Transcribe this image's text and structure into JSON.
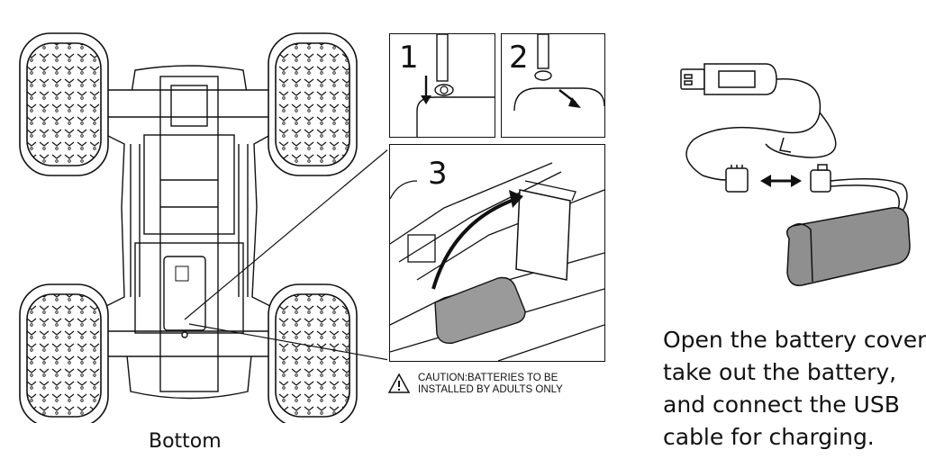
{
  "car": {
    "caption": "Bottom"
  },
  "steps": [
    {
      "number": "1"
    },
    {
      "number": "2"
    },
    {
      "number": "3"
    }
  ],
  "caution": {
    "line1": "CAUTION:BATTERIES TO BE",
    "line2": "INSTALLED BY ADULTS ONLY"
  },
  "instructions": {
    "line1": "Open the battery cover,",
    "line2": "take out the battery,",
    "line3": "and connect the USB",
    "line4": "cable for charging."
  }
}
